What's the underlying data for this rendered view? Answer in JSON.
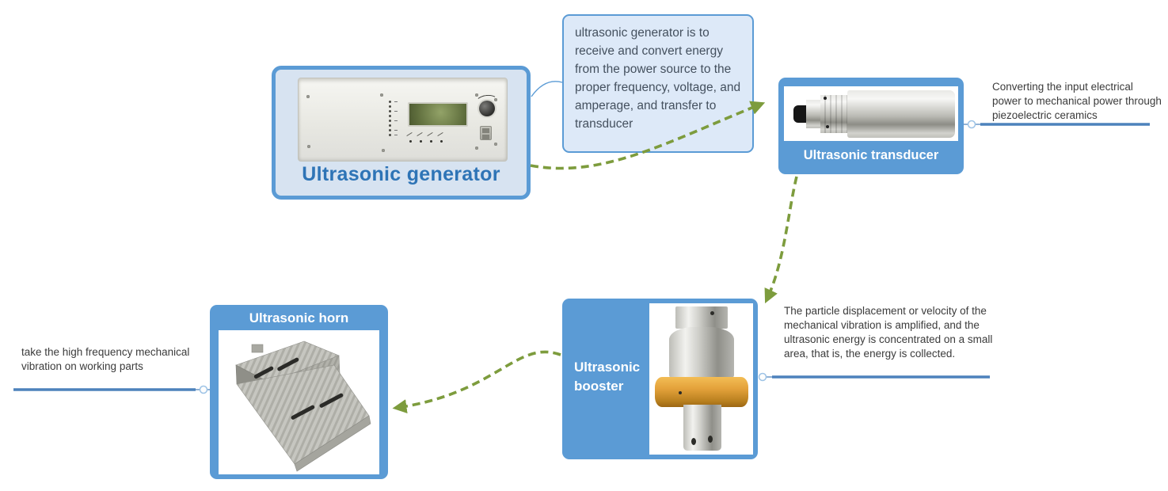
{
  "palette": {
    "box_blue": "#5b9bd5",
    "panel_fill": "#d7e3f1",
    "callout_fill": "#dde9f8",
    "title_blue": "#2e74b6",
    "note_text": "#3b3b3b",
    "callout_text": "#44505e",
    "arrow_green": "#7d9c3d",
    "underline_blue": "#4d82bc",
    "flange_gold": "#e0a23c"
  },
  "generator": {
    "title": "Ultrasonic generator",
    "callout": "ultrasonic generator is to receive and convert energy from the power source to the proper frequency, voltage, and amperage, and transfer to transducer"
  },
  "transducer": {
    "title": "Ultrasonic transducer",
    "note": "Converting the input electrical power to mechanical power through piezoelectric ceramics"
  },
  "booster": {
    "title": "Ultrasonic booster",
    "note": "The particle displacement or velocity of the mechanical vibration is amplified, and the ultrasonic energy is concentrated on a small area, that is, the energy is collected."
  },
  "horn": {
    "title": "Ultrasonic horn",
    "note": "take the high frequency mechanical vibration on working parts"
  }
}
